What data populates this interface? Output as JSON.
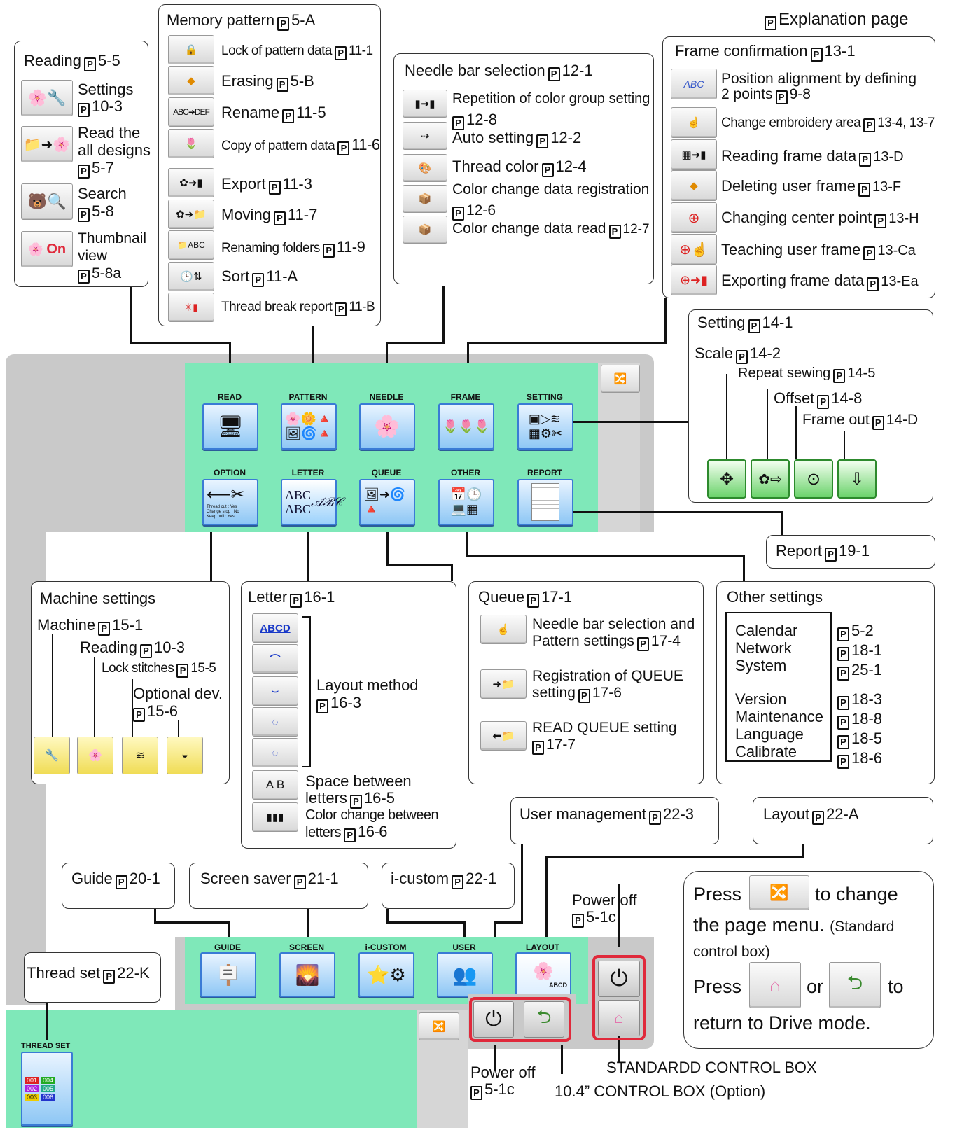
{
  "header": {
    "label": "Explanation page"
  },
  "reading": {
    "title": "Reading",
    "ref": "5-5",
    "items": [
      {
        "label": "Settings",
        "ref": "10-3"
      },
      {
        "label1": "Read the",
        "label2": "all designs",
        "ref": "5-7"
      },
      {
        "label": "Search",
        "ref": "5-8"
      },
      {
        "label1": "Thumbnail",
        "label2": "view",
        "ref": "5-8a",
        "btn": "On"
      }
    ]
  },
  "memory": {
    "title": "Memory pattern",
    "ref": "5-A",
    "items": [
      {
        "label": "Lock of pattern data",
        "ref": "11-1"
      },
      {
        "label": "Erasing",
        "ref": "5-B"
      },
      {
        "label": "Rename",
        "ref": "11-5",
        "btn": "ABC➜DEF"
      },
      {
        "label": "Copy of pattern data",
        "ref": "11-6"
      },
      {
        "label": "Export",
        "ref": "11-3"
      },
      {
        "label": "Moving",
        "ref": "11-7"
      },
      {
        "label": "Renaming folders",
        "ref": "11-9",
        "btn": "ABC"
      },
      {
        "label": "Sort",
        "ref": "11-A"
      },
      {
        "label": "Thread break report",
        "ref": "11-B"
      }
    ]
  },
  "needle": {
    "title": "Needle bar selection",
    "ref": "12-1",
    "items": [
      {
        "label1": "Repetition of color group setting",
        "ref": "12-8"
      },
      {
        "label": "Auto setting",
        "ref": "12-2"
      },
      {
        "label": "Thread color",
        "ref": "12-4"
      },
      {
        "label1": "Color change data registration",
        "ref": "12-6"
      },
      {
        "label": "Color change data read",
        "ref": "12-7"
      }
    ]
  },
  "frame": {
    "title": "Frame confirmation",
    "ref": "13-1",
    "items": [
      {
        "label1": "Position alignment by defining",
        "label2": "2 points",
        "ref": "9-8",
        "btn": "ABC"
      },
      {
        "label": "Change embroidery area",
        "ref": "13-4, 13-7"
      },
      {
        "label": "Reading frame data",
        "ref": "13-D"
      },
      {
        "label": "Deleting user frame",
        "ref": "13-F"
      },
      {
        "label": "Changing center point",
        "ref": "13-H"
      },
      {
        "label": "Teaching user frame",
        "ref": "13-Ca"
      },
      {
        "label": "Exporting frame data",
        "ref": "13-Ea"
      }
    ]
  },
  "setting": {
    "title": "Setting",
    "ref": "14-1",
    "items": [
      {
        "label": "Scale",
        "ref": "14-2"
      },
      {
        "label": "Repeat sewing",
        "ref": "14-5"
      },
      {
        "label": "Offset",
        "ref": "14-8"
      },
      {
        "label": "Frame out",
        "ref": "14-D"
      }
    ]
  },
  "menu": {
    "row1": [
      "READ",
      "PATTERN",
      "NEEDLE",
      "FRAME",
      "SETTING"
    ],
    "row2": [
      "OPTION",
      "LETTER",
      "QUEUE",
      "OTHER",
      "REPORT"
    ],
    "row3": [
      "GUIDE",
      "SCREEN",
      "i-CUSTOM",
      "USER",
      "LAYOUT"
    ],
    "letter_btn": [
      "ABC",
      "ABC",
      "𝒜ℬ𝒞"
    ],
    "option_btn": [
      "Thread cut    : Yes",
      "Change stop : No",
      "Keep null     : Yes"
    ],
    "layout_btn": "ABCD"
  },
  "report": {
    "title": "Report",
    "ref": "19-1"
  },
  "machine": {
    "title": "Machine settings",
    "items": [
      {
        "label": "Machine",
        "ref": "15-1"
      },
      {
        "label": "Reading",
        "ref": "10-3"
      },
      {
        "label": "Lock stitches",
        "ref": "15-5"
      },
      {
        "label1": "Optional dev.",
        "ref": "15-6"
      }
    ]
  },
  "letter": {
    "title": "Letter",
    "ref": "16-1",
    "btn": "ABCD",
    "layout": {
      "label": "Layout method",
      "ref": "16-3"
    },
    "space": {
      "label1": "Space between",
      "label2": "letters",
      "ref": "16-5",
      "btn": "A B"
    },
    "color": {
      "label1": "Color change between",
      "label2": "letters",
      "ref": "16-6"
    }
  },
  "queue": {
    "title": "Queue",
    "ref": "17-1",
    "items": [
      {
        "label1": "Needle bar selection and",
        "label2": "Pattern settings",
        "ref": "17-4"
      },
      {
        "label1": "Registration of QUEUE",
        "label2": "setting",
        "ref": "17-6"
      },
      {
        "label1": "READ QUEUE setting",
        "ref": "17-7"
      }
    ]
  },
  "other": {
    "title": "Other settings",
    "items": [
      {
        "label": "Calendar",
        "ref": "5-2"
      },
      {
        "label": "Network",
        "ref": "18-1"
      },
      {
        "label": "System",
        "ref": "25-1"
      },
      {
        "label": "Version",
        "ref": "18-3"
      },
      {
        "label": "Maintenance",
        "ref": "18-8"
      },
      {
        "label": "Language",
        "ref": "18-5"
      },
      {
        "label": "Calibrate",
        "ref": "18-6"
      }
    ]
  },
  "user_mgmt": {
    "title": "User management",
    "ref": "22-3"
  },
  "layout": {
    "title": "Layout",
    "ref": "22-A"
  },
  "guide": {
    "title": "Guide",
    "ref": "20-1"
  },
  "screen_saver": {
    "title": "Screen saver",
    "ref": "21-1"
  },
  "icustom": {
    "title": "i-custom",
    "ref": "22-1"
  },
  "thread_set": {
    "title": "Thread set",
    "ref": "22-K",
    "panel_label": "THREAD SET",
    "spools": [
      "001",
      "004",
      "002",
      "005",
      "003",
      "006"
    ]
  },
  "power_off": {
    "label": "Power off",
    "ref": "5-1c"
  },
  "instructions": {
    "press1": "Press",
    "to_change": "to change",
    "page_menu": "the page menu.",
    "standard": "(Standard",
    "control_box": "control box)",
    "press2": "Press",
    "or": "or",
    "to": "to",
    "return": "return to Drive mode."
  },
  "labels": {
    "standard": "STANDARDD CONTROL BOX",
    "option": "10.4” CONTROL BOX  (Option)"
  },
  "colors": {
    "panel": "#7fe8b9",
    "frame_gray": "#c9c9c9",
    "accent_red": "#e0293b"
  }
}
